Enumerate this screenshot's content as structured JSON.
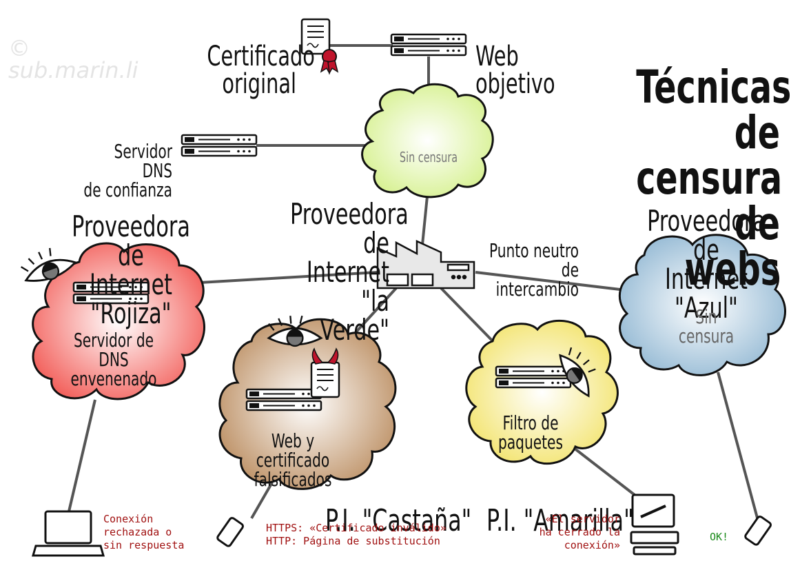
{
  "watermark": "sub.marin.li",
  "title": "Técnicas\nde censura\nde webs",
  "top": {
    "original_certificate": "Certificado\noriginal",
    "target_web": "Web\nobjetivo",
    "trusted_dns": "Servidor DNS\nde confianza",
    "green_cloud": "Sin censura"
  },
  "isps": {
    "green": "Proveedora\nde Internet\n\"la Verde\"",
    "red": "Proveedora de\nInternet \"Rojiza\"",
    "blue": "Proveedora de\nInternet \"Azul\"",
    "brown": "P.I. \"Castaña\"",
    "yellow": "P.I. \"Amarilla\""
  },
  "ixp": "Punto neutro de\nintercambio",
  "clouds": {
    "red": "Servidor de\nDNS envenenado",
    "blue": "Sin censura",
    "brown": "Web y certificado\nfalsificados",
    "yellow": "Filtro de\npaquetes"
  },
  "results": {
    "red": "Conexión\nrechazada o\nsin respuesta",
    "brown": "HTTPS: «Certificado inválido»\nHTTP: Página de substitución",
    "yellow": "«El servidor\nha cerrado la\nconexión»",
    "blue": "OK!"
  },
  "colors": {
    "green_cloud": "#e6f7b8",
    "red_cloud": "#f27b78",
    "blue_cloud": "#a9c8dc",
    "brown_cloud": "#c8a27c",
    "yellow_cloud": "#f7ec8c",
    "result_text": "#a01010",
    "ok_text": "#1a8a1a",
    "seal": "#c0142c"
  }
}
